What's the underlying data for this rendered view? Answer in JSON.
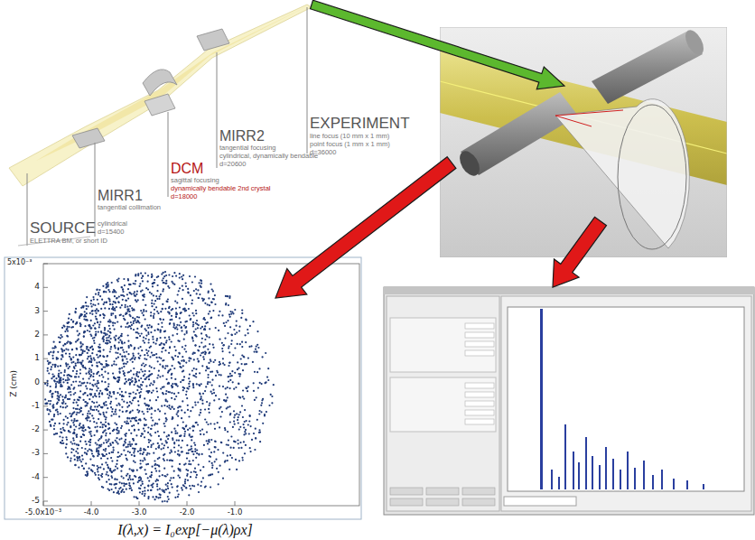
{
  "diagram": {
    "labels": [
      "EXPERIMENT",
      "line focus (10 mm x 1 mm)",
      "point focus (1 mm x 1 mm)",
      "d=36000",
      "MIRR2",
      "tangential focusing",
      "cylindrical, dynamically bendable",
      "d=20600",
      "DCM",
      "sagittal focusing",
      "dynamically bendable 2nd crystal",
      "d=18000",
      "MIRR1",
      "tangential collimation",
      "cylindrical",
      "d=15400",
      "SOURCE",
      "ELETTRA BM, or short ID",
      "5x10⁻³",
      "4",
      "3",
      "2",
      "1",
      "0",
      "-1",
      "-2",
      "-3",
      "-4",
      "-5",
      "Z (cm)",
      "-5.0x10⁻³",
      "-4.0",
      "-3.0",
      "-2.0",
      "-1.0",
      "I(λ,x) = I₀exp[−μ(λ)ρx]"
    ]
  }
}
